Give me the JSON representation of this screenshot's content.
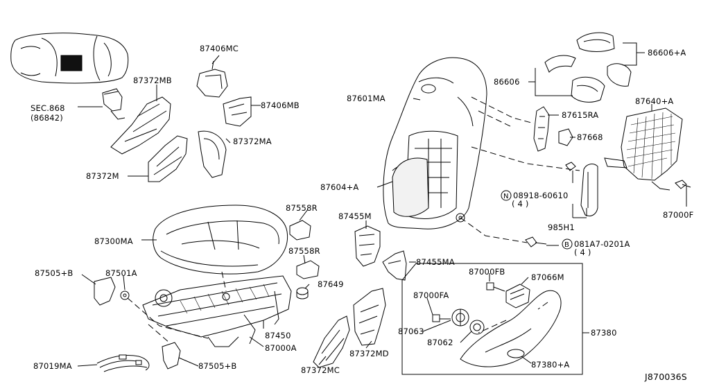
{
  "diagram": {
    "code": "J870036S",
    "labels": {
      "l87406MC": "87406MC",
      "l87372MB": "87372MB",
      "lSEC868": "SEC.868",
      "l86842": "(86842)",
      "l87406MB": "87406MB",
      "l87372MA": "87372MA",
      "l87372M": "87372M",
      "l87601MA": "87601MA",
      "l86606A": "86606+A",
      "l86606": "86606",
      "l87615RA": "87615RA",
      "l87640A": "87640+A",
      "l87668": "87668",
      "l87604A": "87604+A",
      "l08918": "08918-60610",
      "l08918q": "( 4 )",
      "l985H1": "985H1",
      "l87000F": "87000F",
      "l87558R_1": "87558R",
      "l87455M": "87455M",
      "l87300MA": "87300MA",
      "l87558R_2": "87558R",
      "l081A7": "081A7-0201A",
      "l081A7q": "( 4 )",
      "l87505B_1": "87505+B",
      "l87501A": "87501A",
      "l87455MA": "87455MA",
      "l87000FB": "87000FB",
      "l87066M": "87066M",
      "l87649": "87649",
      "l87000FA": "87000FA",
      "l87380": "87380",
      "l87450": "87450",
      "l87063": "87063",
      "l87000A": "87000A",
      "l87062": "87062",
      "l87372MD": "87372MD",
      "l87019MA": "87019MA",
      "l87505B_2": "87505+B",
      "l87372MC": "87372MC",
      "l87380A": "87380+A",
      "circN": "N",
      "circB": "B"
    }
  }
}
